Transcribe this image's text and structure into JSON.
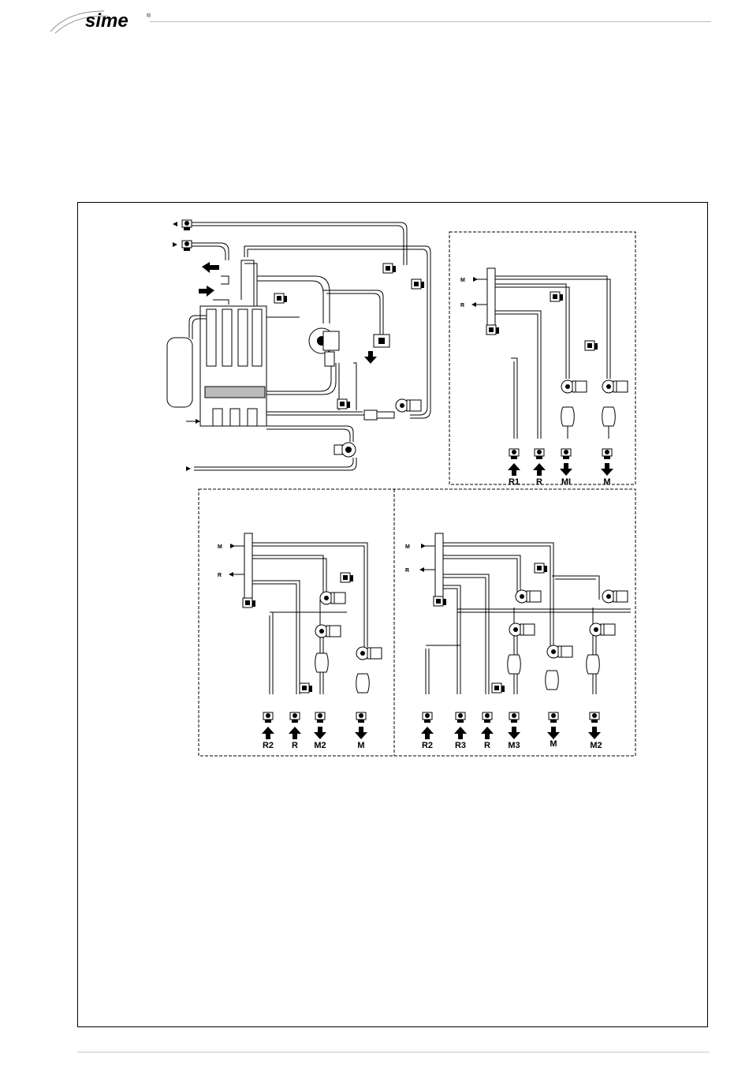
{
  "header": {
    "brand": "sime"
  },
  "labels": {
    "zone1": [
      "R1",
      "R",
      "MI",
      "M"
    ],
    "zone2": [
      "R2",
      "R",
      "M2",
      "M"
    ],
    "zone3": [
      "R2",
      "R3",
      "R",
      "M3",
      "M",
      "M2"
    ],
    "manifold_in": "M",
    "manifold_out": "R"
  },
  "icons": {
    "arrow_up": "return-arrow-icon",
    "arrow_down": "flow-arrow-icon",
    "valve": "valve-icon",
    "pump": "circulator-pump-icon",
    "expansion_vessel": "expansion-vessel-icon",
    "boiler": "boiler-body-icon"
  }
}
